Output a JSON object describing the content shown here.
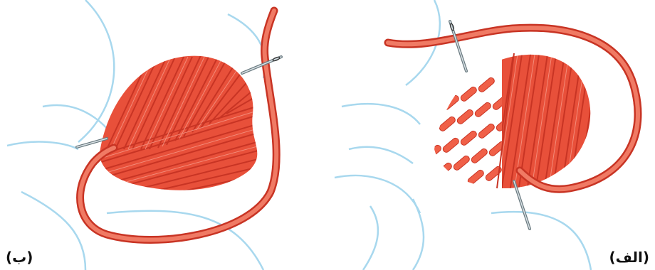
{
  "captions": {
    "right_panel": "(الف)",
    "left_panel": "(ب)"
  },
  "colors": {
    "thread": "#e8503a",
    "thread_dark": "#c83424",
    "thread_light": "#f59a8a",
    "pattern_lines": "#a8d8ee",
    "needle": "#6a7a80"
  },
  "icons": {
    "needle": "needle-icon",
    "embroidered_leaf": "satin-stitch-leaf"
  }
}
